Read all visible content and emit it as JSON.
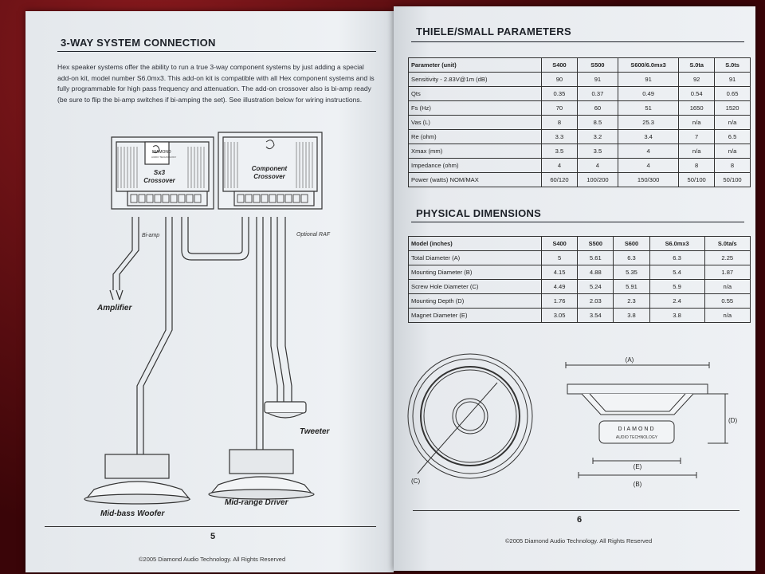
{
  "left_page": {
    "title": "3-WAY SYSTEM CONNECTION",
    "intro": "Hex speaker systems offer the ability to run a true 3-way component systems by just adding a special add-on kit, model number S6.0mx3. This add-on kit is compatible with all Hex component systems and is fully programmable for high pass frequency and attenuation. The add-on crossover also is bi-amp ready (be sure to flip the bi-amp switches if bi-amping the set). See illustration below for wiring instructions.",
    "diagram": {
      "crossover_left_name": "Sx3",
      "crossover_left_sub": "Crossover",
      "crossover_right_name": "Component",
      "crossover_right_sub": "Crossover",
      "brand_badge": "DIAMOND",
      "badge_small": "AUDIO TECHNOLOGY",
      "bi_amp": "Bi-amp",
      "optional_raf": "Optional RAF",
      "amplifier": "Amplifier",
      "tweeter": "Tweeter",
      "mid_bass_woofer": "Mid-bass Woofer",
      "mid_range_driver": "Mid-range Driver"
    },
    "page_number": "5",
    "copyright": "©2005 Diamond Audio Technology. All Rights Reserved"
  },
  "right_page": {
    "ts_title": "THIELE/SMALL PARAMETERS",
    "ts_table": {
      "headers": [
        "Parameter (unit)",
        "S400",
        "S500",
        "S600/6.0mx3",
        "S.0ta",
        "S.0ts"
      ],
      "rows": [
        [
          "Sensitivity - 2.83V@1m (dB)",
          "90",
          "91",
          "91",
          "92",
          "91"
        ],
        [
          "Qts",
          "0.35",
          "0.37",
          "0.49",
          "0.54",
          "0.65"
        ],
        [
          "Fs (Hz)",
          "70",
          "60",
          "51",
          "1650",
          "1520"
        ],
        [
          "Vas (L)",
          "8",
          "8.5",
          "25.3",
          "n/a",
          "n/a"
        ],
        [
          "Re (ohm)",
          "3.3",
          "3.2",
          "3.4",
          "7",
          "6.5"
        ],
        [
          "Xmax (mm)",
          "3.5",
          "3.5",
          "4",
          "n/a",
          "n/a"
        ],
        [
          "Impedance (ohm)",
          "4",
          "4",
          "4",
          "8",
          "8"
        ],
        [
          "Power (watts) NOM/MAX",
          "60/120",
          "100/200",
          "150/300",
          "50/100",
          "50/100"
        ]
      ]
    },
    "pd_title": "PHYSICAL DIMENSIONS",
    "pd_table": {
      "headers": [
        "Model (inches)",
        "S400",
        "S500",
        "S600",
        "S6.0mx3",
        "S.0ta/s"
      ],
      "rows": [
        [
          "Total Diameter (A)",
          "5",
          "5.61",
          "6.3",
          "6.3",
          "2.25"
        ],
        [
          "Mounting Diameter (B)",
          "4.15",
          "4.88",
          "5.35",
          "5.4",
          "1.87"
        ],
        [
          "Screw Hole Diameter (C)",
          "4.49",
          "5.24",
          "5.91",
          "5.9",
          "n/a"
        ],
        [
          "Mounting Depth (D)",
          "1.76",
          "2.03",
          "2.3",
          "2.4",
          "0.55"
        ],
        [
          "Magnet Diameter (E)",
          "3.05",
          "3.54",
          "3.8",
          "3.8",
          "n/a"
        ]
      ]
    },
    "dims": {
      "a": "(A)",
      "b": "(B)",
      "c": "(C)",
      "d": "(D)",
      "e": "(E)",
      "magnet_badge_1": "DIAMOND",
      "magnet_badge_2": "AUDIO TECHNOLOGY"
    },
    "page_number": "6",
    "copyright": "©2005 Diamond Audio Technology. All Rights Reserved"
  }
}
